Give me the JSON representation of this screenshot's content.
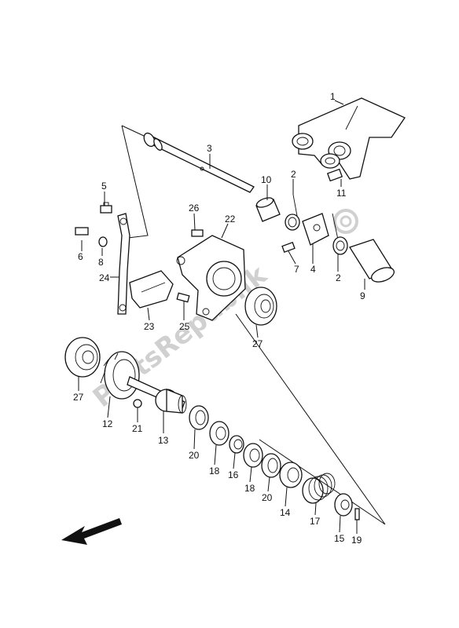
{
  "watermark": "PartsRepublik",
  "labels": {
    "p1": "1",
    "p2a": "2",
    "p2b": "2",
    "p3": "3",
    "p4": "4",
    "p5": "5",
    "p6": "6",
    "p7": "7",
    "p8": "8",
    "p9": "9",
    "p10": "10",
    "p11": "11",
    "p12": "12",
    "p13": "13",
    "p14": "14",
    "p15": "15",
    "p16": "16",
    "p17": "17",
    "p18a": "18",
    "p18b": "18",
    "p19": "19",
    "p20a": "20",
    "p20b": "20",
    "p21": "21",
    "p22": "22",
    "p23": "23",
    "p24": "24",
    "p25": "25",
    "p26": "26",
    "p27a": "27",
    "p27b": "27"
  },
  "icons": {
    "direction": "front-arrow-icon",
    "watermark_logo": "gear-icon"
  }
}
